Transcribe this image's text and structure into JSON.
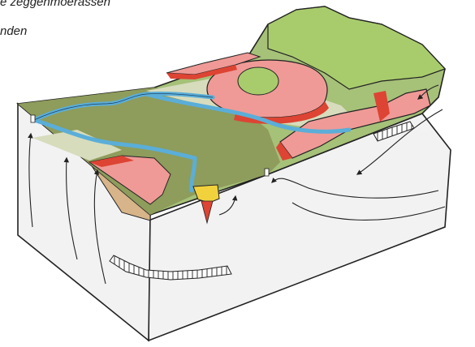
{
  "legend": {
    "line1": "e zeggenmoerassen",
    "line2": "nden"
  },
  "colors": {
    "terrace_green": "#a6c178",
    "valley_olive": "#8e9c5c",
    "pale_sand": "#d7dcbd",
    "river_blue": "#5aaed8",
    "peat_pink": "#ef9a96",
    "scarp_red": "#dd4433",
    "bright_green": "#a8cc6c",
    "cross_section": "#f2f2f2",
    "side_tan": "#d7b489",
    "yellow_deposit": "#f2d23c"
  },
  "icons": [
    "flow-arrow",
    "hatched-aquifer-layer"
  ]
}
